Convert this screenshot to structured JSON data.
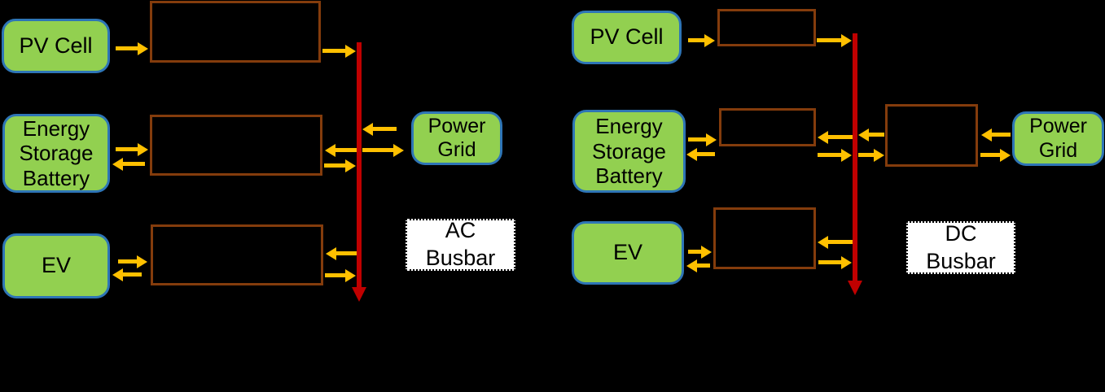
{
  "colors": {
    "background": "#000000",
    "component_fill": "#92D050",
    "component_border": "#2E75B6",
    "converter_border": "#843C0C",
    "arrow": "#FFC000",
    "busbar": "#C00000",
    "busbar_label_bg": "#FFFFFF",
    "text": "#000000"
  },
  "ac_system": {
    "pv_label": "PV Cell",
    "battery_label": "Energy\nStorage\nBattery",
    "ev_label": "EV",
    "grid_label": "Power\nGrid",
    "busbar_label": "AC\nBusbar"
  },
  "dc_system": {
    "pv_label": "PV Cell",
    "battery_label": "Energy\nStorage\nBattery",
    "ev_label": "EV",
    "grid_label": "Power\nGrid",
    "busbar_label": "DC\nBusbar"
  }
}
